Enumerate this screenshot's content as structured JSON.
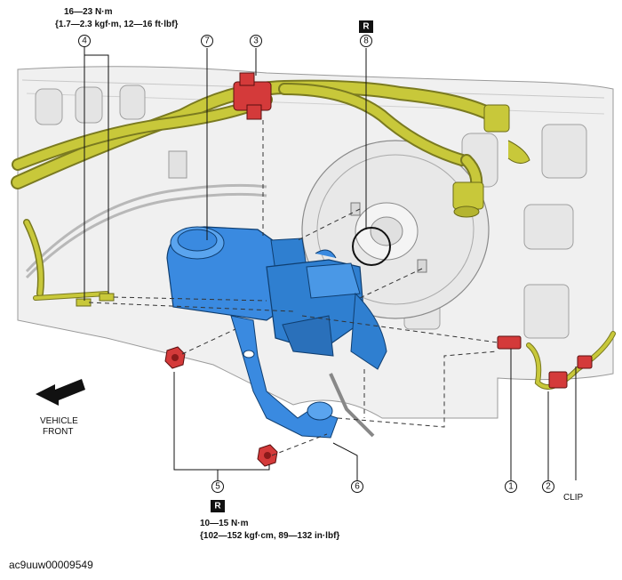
{
  "torque_top": {
    "line1": "16—23 N·m",
    "line2": "{1.7—2.3 kgf·m, 12—16 ft·lbf}"
  },
  "torque_bottom": {
    "line1": "10—15 N·m",
    "line2": "{102—152 kgf·cm, 89—132 in·lbf}"
  },
  "replace_mark": "R",
  "callouts": [
    "1",
    "2",
    "3",
    "4",
    "5",
    "6",
    "7",
    "8"
  ],
  "clip_label": "CLIP",
  "vehicle_front": {
    "line1": "VEHICLE",
    "line2": "FRONT"
  },
  "image_code": "ac9uuw00009549",
  "colors": {
    "master_cylinder": "#2f7fd0",
    "brake_pipes": "#c8c83a",
    "connector": "#d43a3a",
    "nut": "#d43a3a",
    "outline": "#222222"
  }
}
